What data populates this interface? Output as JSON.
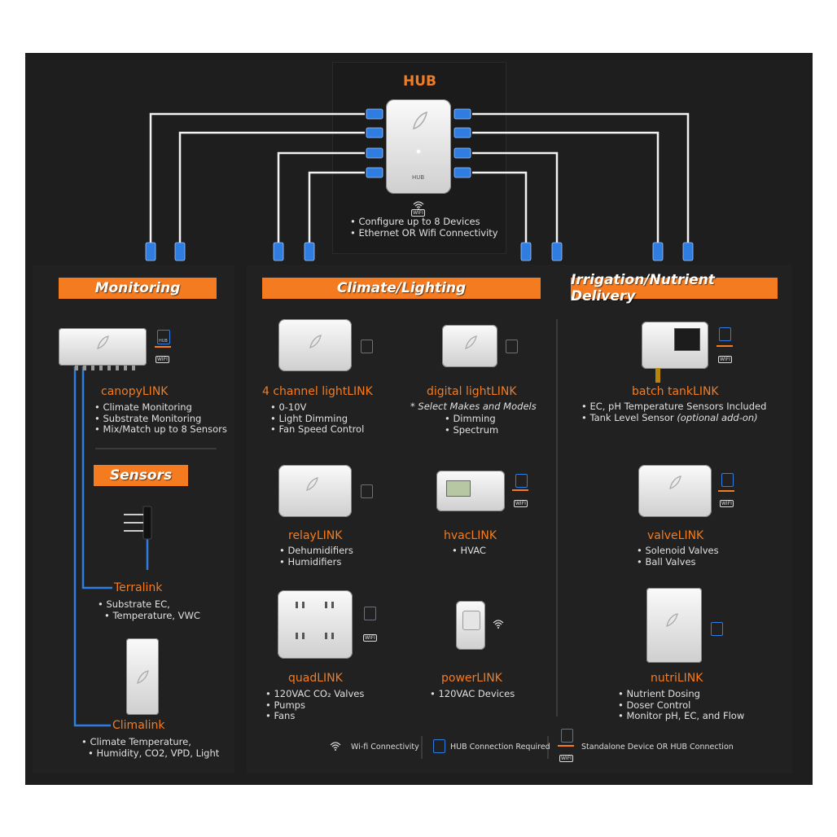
{
  "hub": {
    "title": "HUB",
    "device_label": "HUB",
    "wifi_label": "WIFI",
    "features": [
      "Configure up to 8 Devices",
      "Ethernet OR Wifi Connectivity"
    ]
  },
  "sections": {
    "monitoring": "Monitoring",
    "climate_lighting": "Climate/Lighting",
    "irrigation": "Irrigation/Nutrient Delivery",
    "sensors": "Sensors"
  },
  "devices": {
    "canopylink": {
      "name": "canopyLINK",
      "features": [
        "Climate Monitoring",
        "Substrate Monitoring",
        "Mix/Match up to 8 Sensors"
      ]
    },
    "terralink": {
      "name": "Terralink",
      "features": [
        "Substrate EC,",
        "Temperature, VWC"
      ]
    },
    "climalink": {
      "name": "Climalink",
      "features": [
        "Climate Temperature,",
        "Humidity, CO2, VPD, Light"
      ]
    },
    "lightlink4": {
      "name": "4 channel lightLINK",
      "features": [
        "0-10V",
        "Light Dimming",
        "Fan Speed Control"
      ]
    },
    "digital_lightlink": {
      "name": "digital lightLINK",
      "note": "* Select Makes and Models",
      "features": [
        "Dimming",
        "Spectrum"
      ]
    },
    "relaylink": {
      "name": "relayLINK",
      "features": [
        "Dehumidifiers",
        "Humidifiers"
      ]
    },
    "hvaclink": {
      "name": "hvacLINK",
      "features": [
        "HVAC"
      ]
    },
    "quadlink": {
      "name": "quadLINK",
      "features": [
        "120VAC CO₂ Valves",
        "Pumps",
        "Fans"
      ]
    },
    "powerlink": {
      "name": "powerLINK",
      "features": [
        "120VAC Devices"
      ]
    },
    "batch_tanklink": {
      "name": "batch tankLINK",
      "features": [
        "EC, pH Temperature Sensors Included"
      ],
      "feature2": "Tank Level Sensor",
      "feature2_note": "(optional add-on)"
    },
    "valvelink": {
      "name": "valveLINK",
      "features": [
        "Solenoid Valves",
        "Ball Valves"
      ]
    },
    "nutrilink": {
      "name": "nutriLINK",
      "features": [
        "Nutrient Dosing",
        "Doser Control",
        "Monitor pH, EC, and Flow"
      ]
    }
  },
  "badges": {
    "wifi": "WIFI",
    "hub": "HUB"
  },
  "legend": {
    "wifi": "Wi-fi Connectivity",
    "hub": "HUB Connection Required",
    "standalone": "Standalone Device OR HUB Connection"
  },
  "colors": {
    "accent": "#f47b20",
    "cable": "#2f7de1",
    "background": "#1e1e1e"
  }
}
